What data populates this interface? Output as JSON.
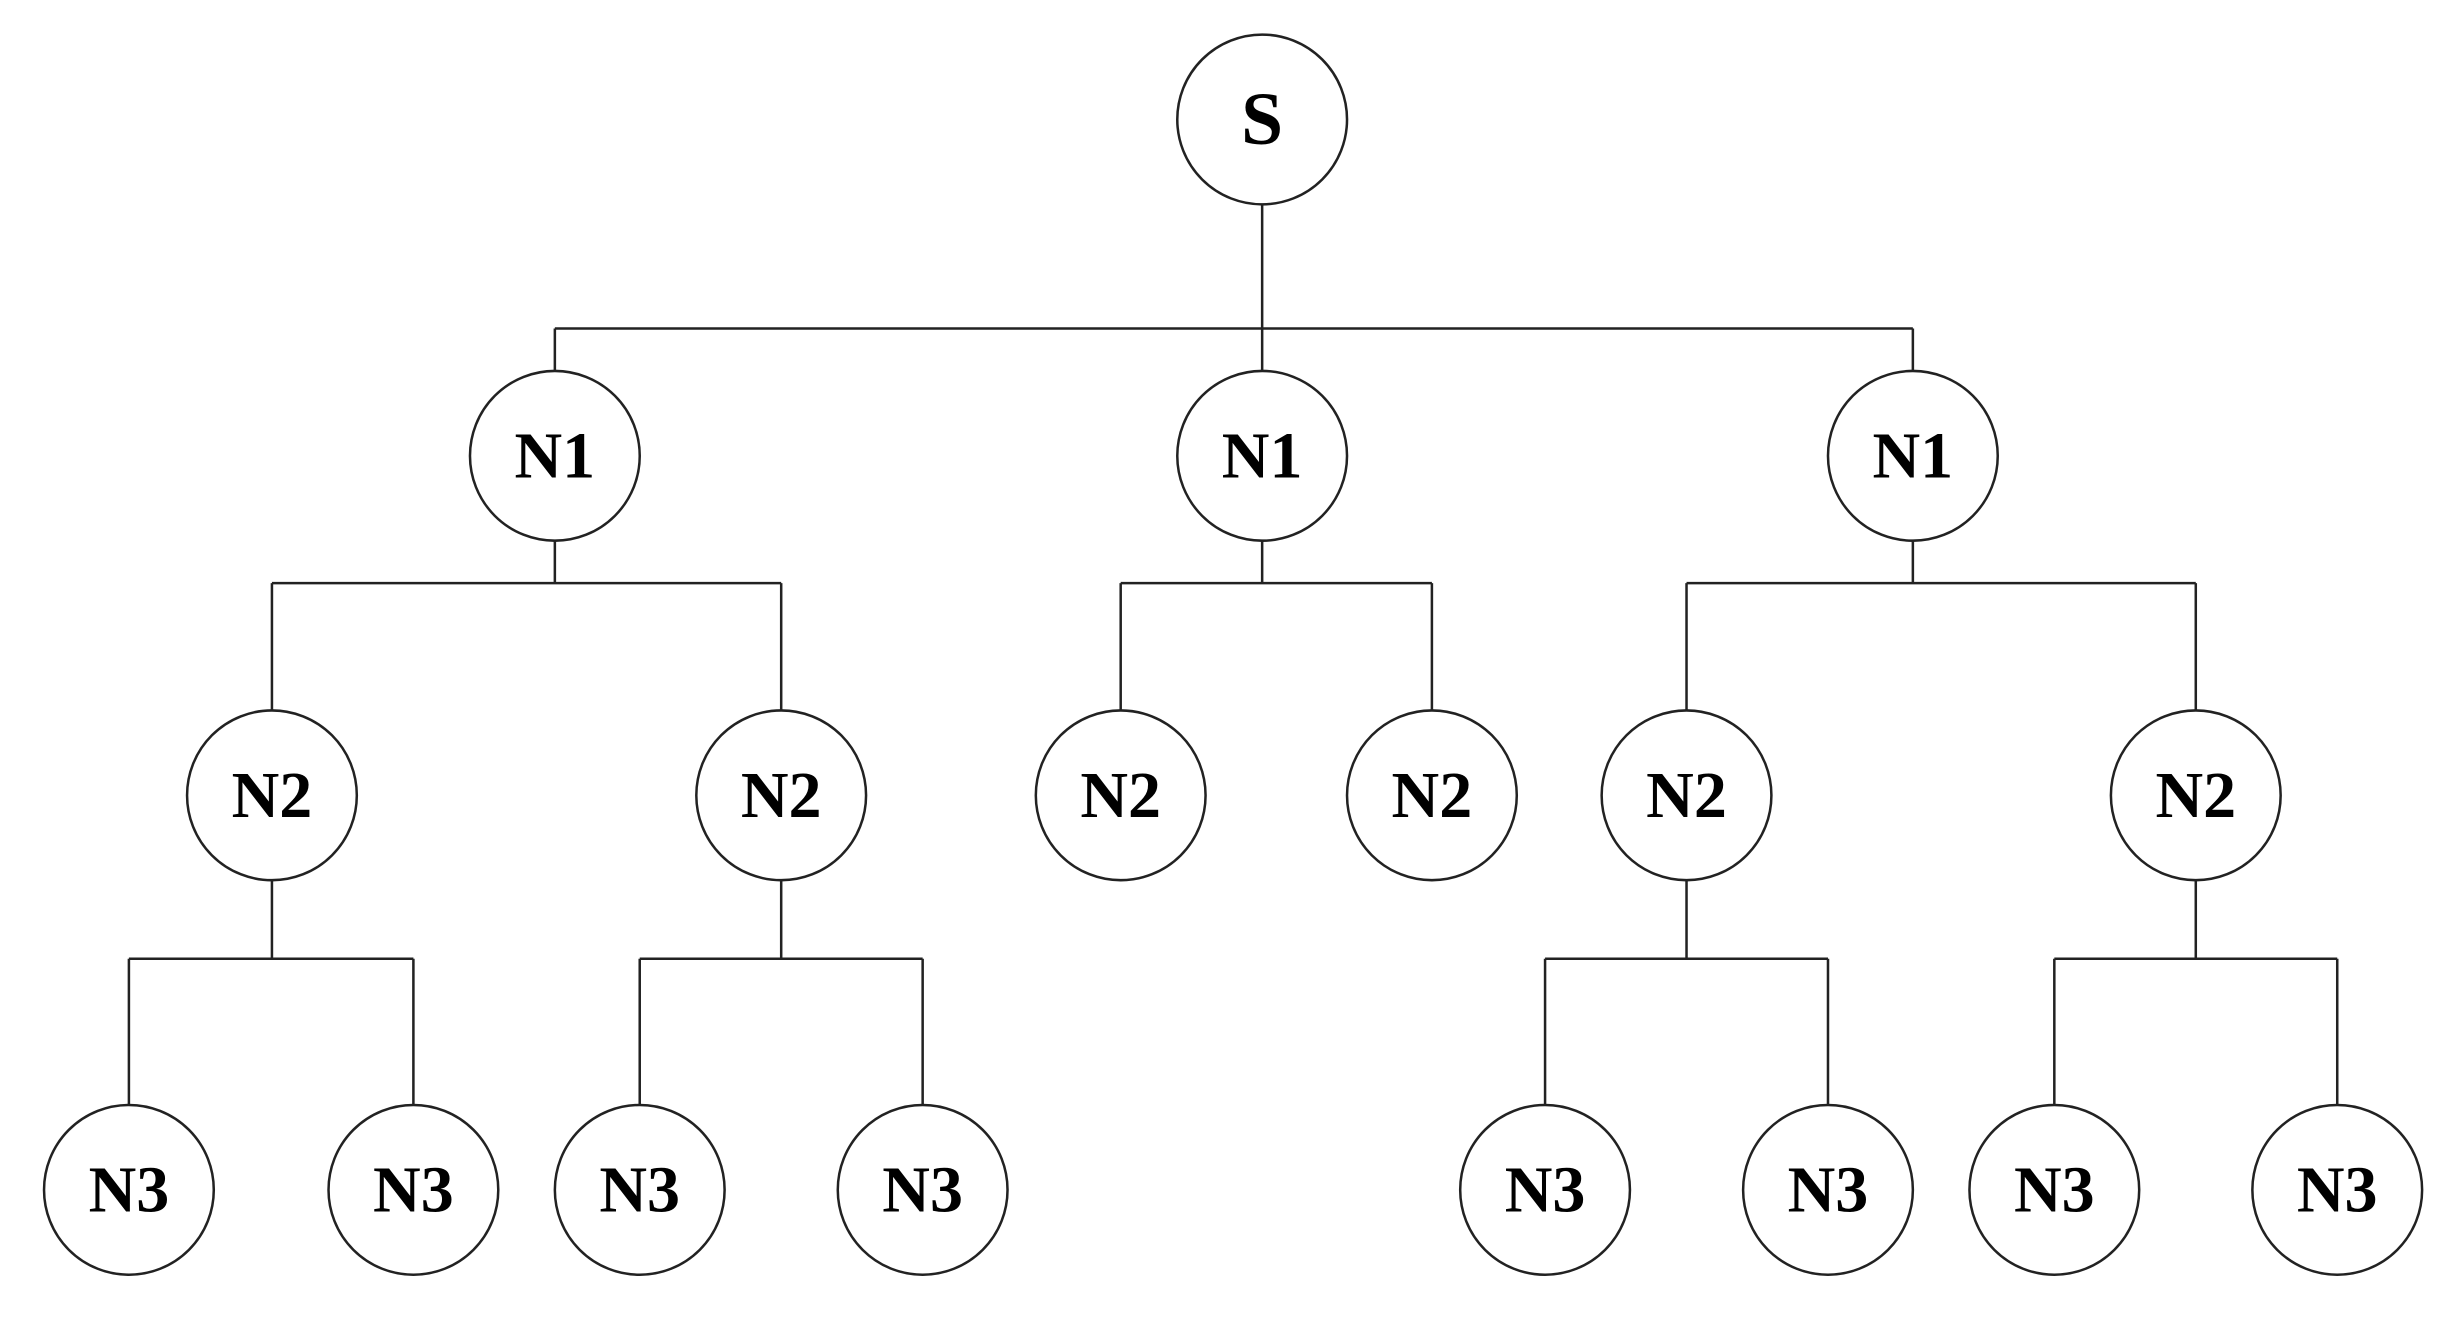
{
  "tree": {
    "root": "S",
    "level1_label": "N1",
    "level2_label": "N2",
    "level3_label": "N3",
    "structure": {
      "label": "S",
      "children": [
        {
          "label": "N1",
          "children": [
            {
              "label": "N2",
              "children": [
                {
                  "label": "N3"
                },
                {
                  "label": "N3"
                }
              ]
            },
            {
              "label": "N2",
              "children": [
                {
                  "label": "N3"
                },
                {
                  "label": "N3"
                }
              ]
            }
          ]
        },
        {
          "label": "N1",
          "children": [
            {
              "label": "N2"
            },
            {
              "label": "N2"
            }
          ]
        },
        {
          "label": "N1",
          "children": [
            {
              "label": "N2",
              "children": [
                {
                  "label": "N3"
                },
                {
                  "label": "N3"
                }
              ]
            },
            {
              "label": "N2",
              "children": [
                {
                  "label": "N3"
                },
                {
                  "label": "N3"
                }
              ]
            }
          ]
        }
      ]
    }
  },
  "colors": {
    "line": "#222222",
    "node_fill": "#ffffff",
    "text": "#000000"
  }
}
